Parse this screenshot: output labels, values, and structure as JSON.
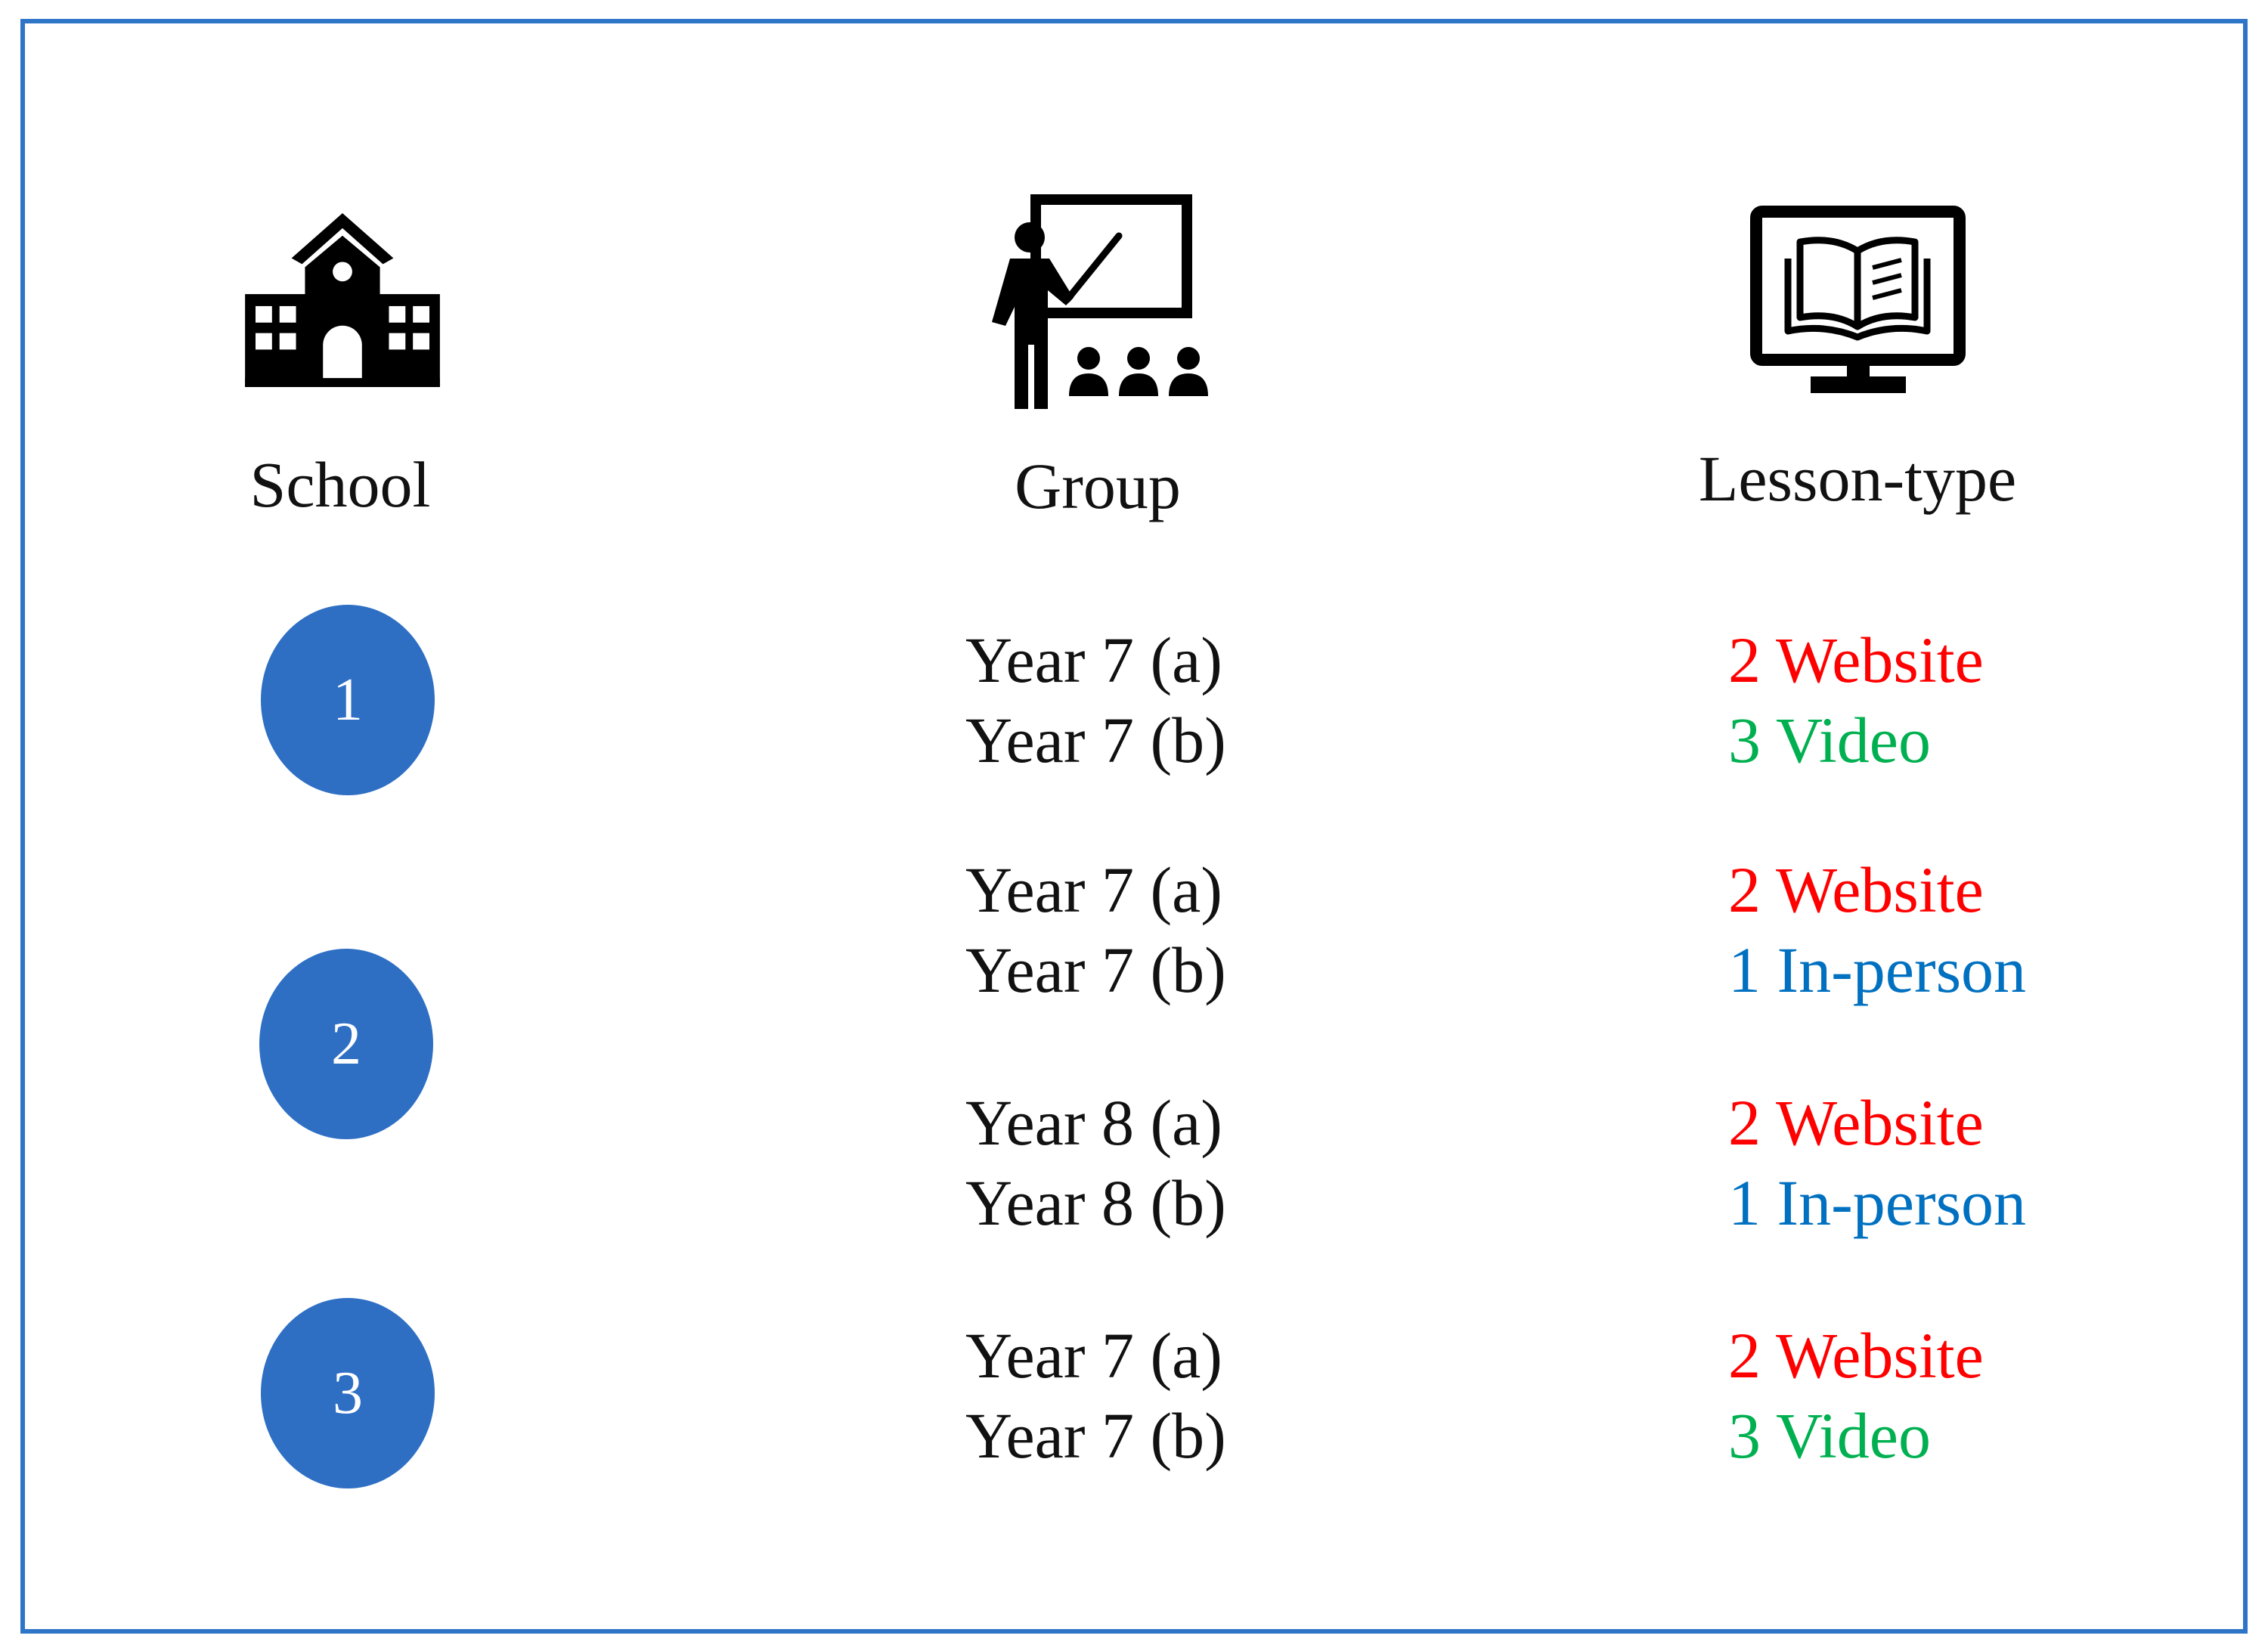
{
  "headers": {
    "school": "School",
    "group": "Group",
    "lesson_type": "Lesson-type"
  },
  "icons": {
    "school": "school-building-icon",
    "group": "teacher-presentation-icon",
    "lesson_type": "monitor-book-icon"
  },
  "colors": {
    "frame": "#2e75c8",
    "circle": "#2e6fc4",
    "website": "#ff0000",
    "video": "#00b050",
    "in_person": "#0070c0",
    "text": "#111111"
  },
  "schools": [
    {
      "number": "1"
    },
    {
      "number": "2"
    },
    {
      "number": "3"
    }
  ],
  "rows": [
    {
      "group": "Year 7 (a)",
      "lesson": "2 Website",
      "kind": "website"
    },
    {
      "group": "Year 7 (b)",
      "lesson": "3 Video",
      "kind": "video"
    },
    {
      "group": "Year 7 (a)",
      "lesson": "2 Website",
      "kind": "website"
    },
    {
      "group": "Year 7 (b)",
      "lesson": "1 In-person",
      "kind": "in_person"
    },
    {
      "group": "Year 8 (a)",
      "lesson": "2 Website",
      "kind": "website"
    },
    {
      "group": "Year 8 (b)",
      "lesson": "1 In-person",
      "kind": "in_person"
    },
    {
      "group": "Year 7 (a)",
      "lesson": "2 Website",
      "kind": "website"
    },
    {
      "group": "Year 7 (b)",
      "lesson": "3 Video",
      "kind": "video"
    }
  ]
}
